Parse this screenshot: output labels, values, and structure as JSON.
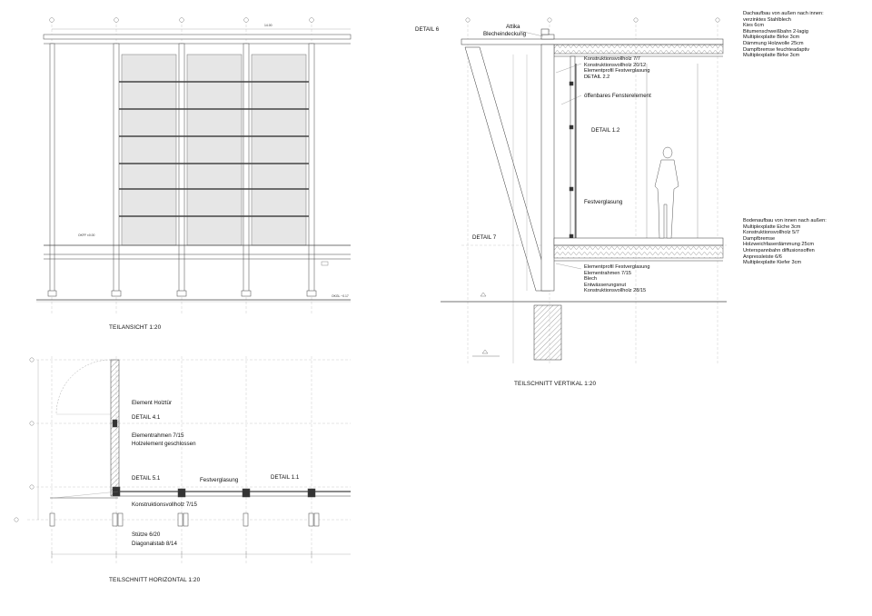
{
  "titles": {
    "elevation": "TEILANSICHT 1:20",
    "horizontal": "TEILSCHNITT HORIZONTAL 1:20",
    "vertical": "TEILSCHNITT VERTIKAL 1:20"
  },
  "roof_buildup": {
    "heading": "Dachaufbau von außen nach innen:",
    "lines": [
      "verzinktes Stahlblech",
      "Kies 6cm",
      "Bitumenschweißbahn 2-lagig",
      "Multiplexplatte Birke 3cm",
      "Dämmung Holzwolle 25cm",
      "Dampfbremse feuchteadaptiv",
      "Multiplexplatte Birke 3cm"
    ]
  },
  "floor_buildup": {
    "heading": "Bodenaufbau von innen nach außen:",
    "lines": [
      "Multiplexplatte Eiche 3cm",
      "Konstruktionsvollholz 5/7",
      "Dampfbremse",
      "Holzweichfaserdämmung 25cm",
      "Unterspannbahn diffusionsoffen",
      "Anpressleiste 6/6",
      "Multiplexplatte Kiefer 3cm"
    ]
  },
  "vertical_labels": {
    "detail6": "DETAIL 6",
    "attika": "Attika",
    "blech": "Blecheindeckung",
    "kvh_group": [
      "Konstruktionsvollholz 7/7",
      "Konstruktionsvollholz 20/12",
      "Elementprofil Festverglasung",
      "DETAIL 2.2"
    ],
    "fenster": "öffenbares Fensterelement",
    "detail12": "DETAIL 1.2",
    "festverglasung": "Festverglasung",
    "detail7": "DETAIL 7",
    "bottom_group": [
      "Elementprofil Festverglasung",
      "Elementrahmen 7/15",
      "Blech",
      "Entwässerungsnut",
      "Konstruktionsvollholz 28/15"
    ]
  },
  "horizontal_labels": {
    "holztuer": "Element Holztür",
    "detail41": "DETAIL 4.1",
    "elementrahmen": "Elementrahmen 7/15",
    "holzelement": "Holzelement geschlossen",
    "detail51": "DETAIL 5.1",
    "festverglasung": "Festverglasung",
    "detail11": "DETAIL 1.1",
    "kvh": "Konstruktionsvollholz 7/15",
    "stuetze": "Stütze 6/20",
    "diagonal": "Diagonalstab 8/14"
  }
}
